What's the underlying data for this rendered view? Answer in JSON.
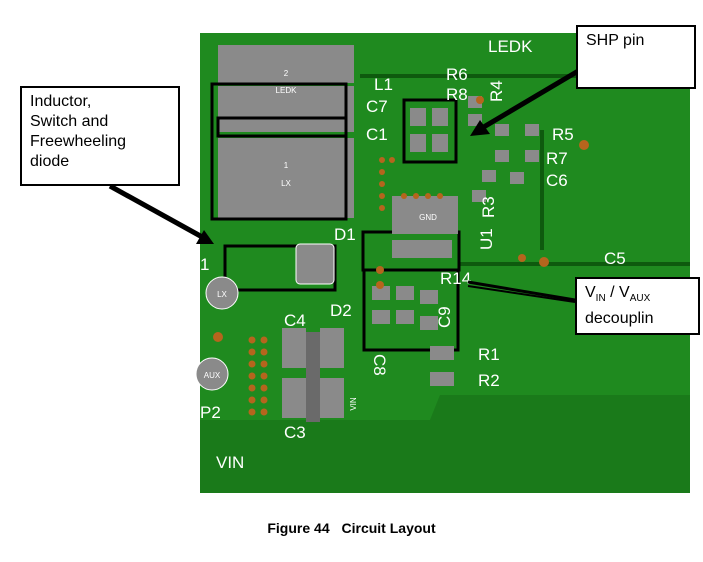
{
  "labels": {
    "ledk": "LEDK",
    "vin": "VIN",
    "l1": "L1",
    "c7": "C7",
    "c1": "C1",
    "r6": "R6",
    "r8": "R8",
    "r4": "R4",
    "r5": "R5",
    "r7": "R7",
    "c6": "C6",
    "r3": "R3",
    "d1": "D1",
    "u1": "U1",
    "r14": "R14",
    "c9": "C9",
    "d2": "D2",
    "c4": "C4",
    "c8": "C8",
    "c3": "C3",
    "r1": "R1",
    "r2": "R2",
    "c5": "C5",
    "p1": "1",
    "p2": "P2",
    "pad_ledk": "LEDK",
    "pad_2": "2",
    "pad_1": "1",
    "pad_lx": "LX",
    "pad_gnd": "GND",
    "pad_lx2": "LX",
    "pad_aux": "AUX",
    "pad_vin_rot": "VIN"
  },
  "callouts": {
    "inductor": [
      "Inductor,",
      "Switch and",
      "Freewheeling",
      "diode"
    ],
    "shp": "SHP pin",
    "vin": {
      "v1": "V",
      "v1_sub": "IN",
      "sep": " / V",
      "v2_sub": "AUX",
      "line2": "decouplin"
    }
  },
  "caption": {
    "number": "Figure 44",
    "title": "Circuit Layout"
  },
  "colors": {
    "board": "#1f8a1f",
    "pad": "#8a8a8a",
    "outline": "#000000",
    "silkscreen": "#ffffff",
    "via": "#b5651d"
  }
}
